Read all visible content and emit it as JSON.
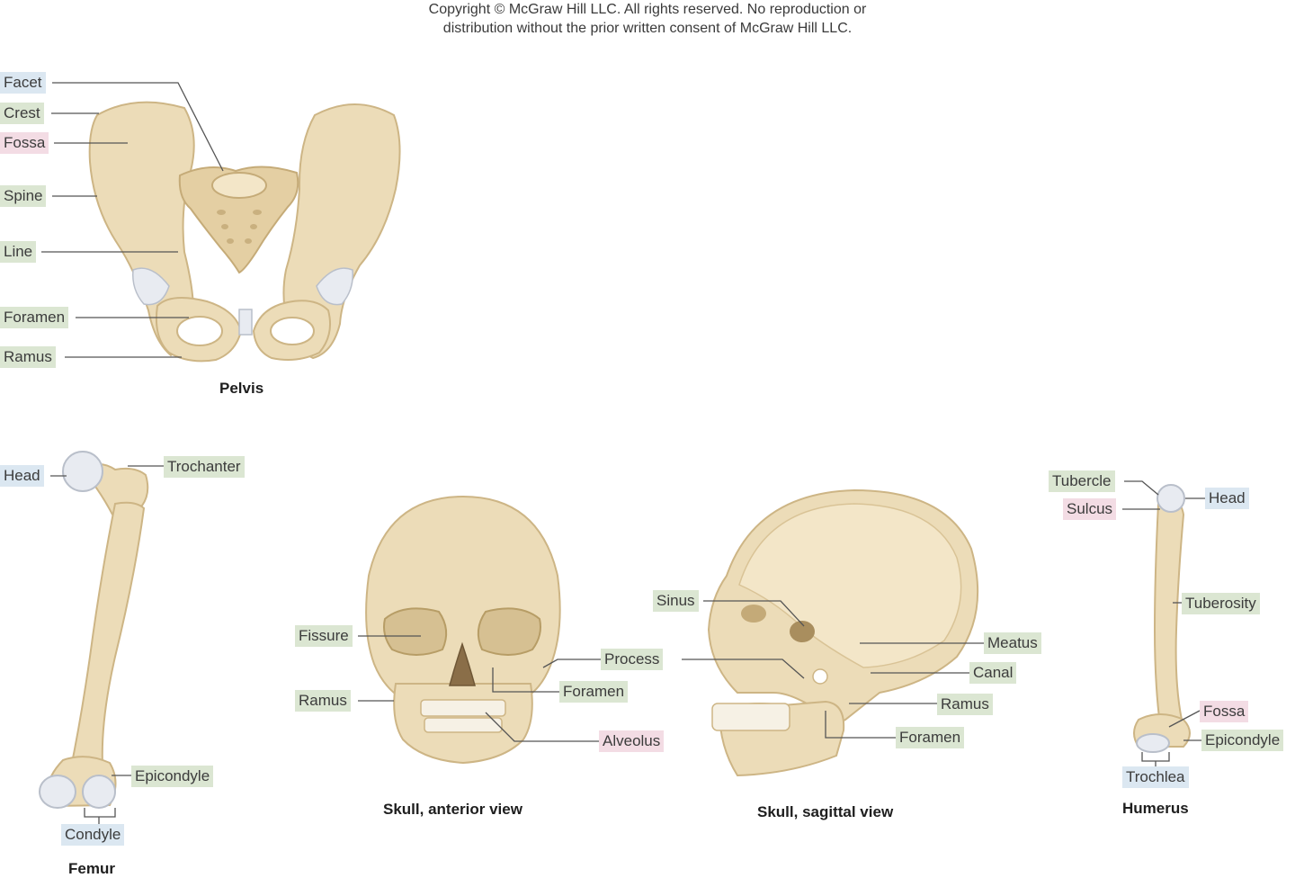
{
  "copyright": {
    "line1": "Copyright © McGraw Hill LLC. All rights reserved. No reproduction or",
    "line2": "distribution without the prior written consent of McGraw Hill LLC."
  },
  "colors": {
    "green": "#dbe6d2",
    "blue": "#dbe7f1",
    "pink": "#f3dce4",
    "bone": "#ecdcb8",
    "bone_shadow": "#cdb585",
    "cartilage": "#e8ebf1"
  },
  "pelvis": {
    "caption": "Pelvis",
    "labels": {
      "facet": "Facet",
      "crest": "Crest",
      "fossa": "Fossa",
      "spine": "Spine",
      "line": "Line",
      "foramen": "Foramen",
      "ramus": "Ramus"
    }
  },
  "femur": {
    "caption": "Femur",
    "labels": {
      "head": "Head",
      "trochanter": "Trochanter",
      "epicondyle": "Epicondyle",
      "condyle": "Condyle"
    }
  },
  "skull_anterior": {
    "caption": "Skull, anterior view",
    "labels": {
      "fissure": "Fissure",
      "ramus": "Ramus"
    }
  },
  "shared": {
    "labels": {
      "process": "Process",
      "foramen": "Foramen",
      "alveolus": "Alveolus"
    }
  },
  "skull_sagittal": {
    "caption": "Skull, sagittal view",
    "labels": {
      "sinus": "Sinus",
      "meatus": "Meatus",
      "canal": "Canal",
      "ramus": "Ramus",
      "foramen": "Foramen"
    }
  },
  "humerus": {
    "caption": "Humerus",
    "labels": {
      "tubercle": "Tubercle",
      "head": "Head",
      "sulcus": "Sulcus",
      "tuberosity": "Tuberosity",
      "fossa": "Fossa",
      "epicondyle": "Epicondyle",
      "trochlea": "Trochlea"
    }
  }
}
